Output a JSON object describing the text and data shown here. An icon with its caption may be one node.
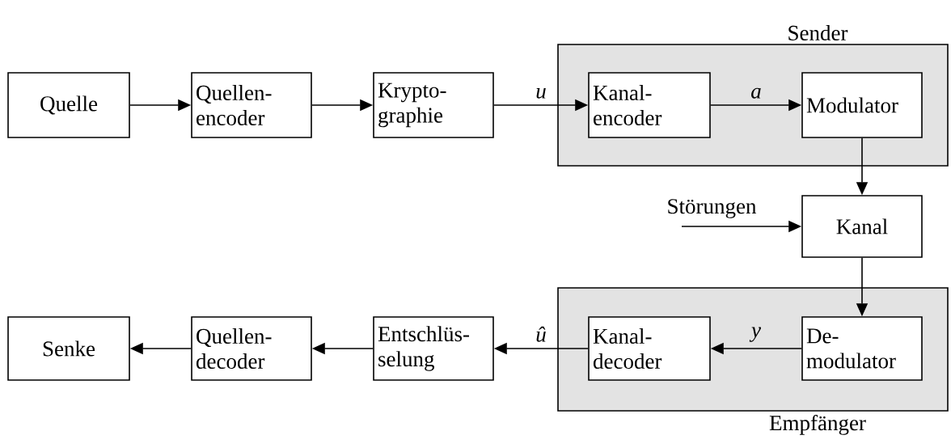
{
  "diagram": {
    "nodes": [
      {
        "text": [
          "Quelle"
        ]
      },
      {
        "text": [
          "Quellen- encoder"
        ]
      },
      {
        "text": [
          "Krypto- graphie"
        ]
      },
      {
        "text": [
          "Sender"
        ]
      },
      {
        "text": [
          "Kanal- encoder"
        ],
        "in": 3
      },
      {
        "text": [
          "Modulator"
        ],
        "in": 3
      },
      {
        "text": [
          "Störungen"
        ]
      },
      {
        "text": [
          "Kanal"
        ]
      },
      {
        "text": [
          "Empfänger"
        ]
      },
      {
        "text": [
          "Kanal- decoder"
        ],
        "in": 8
      },
      {
        "text": [
          "De- modulator"
        ],
        "in": 8
      },
      {
        "text": [
          "Entschlüs- selung"
        ]
      },
      {
        "text": [
          "Quellen- decoder"
        ]
      },
      {
        "text": [
          "Senke"
        ]
      }
    ],
    "edges": [
      {
        "from": 0,
        "to": 1,
        "arrow": "to"
      },
      {
        "from": 1,
        "to": 2,
        "arrow": "to"
      },
      {
        "from": 2,
        "to": 4,
        "arrow": "to",
        "label": "u"
      },
      {
        "from": 4,
        "to": 5,
        "arrow": "to",
        "label": "a"
      },
      {
        "from": 5,
        "to": 7,
        "arrow": "to"
      },
      {
        "from": 6,
        "to": 7,
        "arrow": "to"
      },
      {
        "from": 7,
        "to": 10,
        "arrow": "to"
      },
      {
        "from": 10,
        "to": 9,
        "arrow": "to",
        "label": "y"
      },
      {
        "from": 9,
        "to": 11,
        "arrow": "to",
        "label": "û"
      },
      {
        "from": 11,
        "to": 12,
        "arrow": "to"
      },
      {
        "from": 12,
        "to": 13,
        "arrow": "to"
      }
    ]
  }
}
